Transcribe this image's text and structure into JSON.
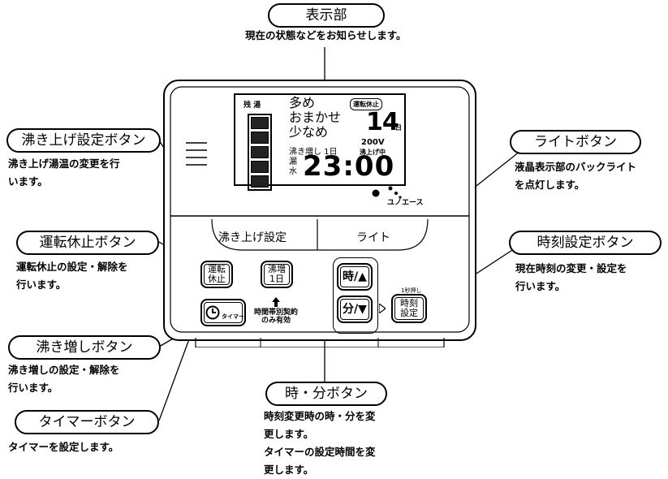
{
  "callouts": {
    "display": {
      "label": "表示部",
      "desc": [
        "現在の状態などをお知らせします。"
      ]
    },
    "boil_setting": {
      "label": "沸き上げ設定ボタン",
      "desc": [
        "沸き上げ湯温の変更を行",
        "います。"
      ]
    },
    "light": {
      "label": "ライトボタン",
      "desc": [
        "液晶表示部のバックライト",
        "を点灯します。"
      ]
    },
    "stop": {
      "label": "運転休止ボタン",
      "desc": [
        "運転休止の設定・解除を",
        "行います。"
      ]
    },
    "clock_setting": {
      "label": "時刻設定ボタン",
      "desc": [
        "現在時刻の変更・設定を",
        "行います。"
      ]
    },
    "reheat": {
      "label": "沸き増しボタン",
      "desc": [
        "沸き増しの設定・解除を",
        "行います。"
      ]
    },
    "timer": {
      "label": "タイマーボタン",
      "desc": [
        "タイマーを設定します。"
      ]
    },
    "hour_minute": {
      "label": "時・分ボタン",
      "desc": [
        "時刻変更時の時・分を変",
        "更します。",
        "タイマーの設定時間を変",
        "更します。"
      ]
    }
  },
  "lcd": {
    "remaining_label": "残 湯",
    "level_bars": 5,
    "mode_lines": [
      "多め",
      "おまかせ",
      "少なめ"
    ],
    "stop_badge": "運転休止",
    "day_number": "14",
    "day_unit": "日",
    "voltage": "200V",
    "boil_status": "沸上げ中",
    "reheat_status": "沸き増し 1日",
    "leak_label": "漏",
    "water_label": "水",
    "time": "23:00"
  },
  "device": {
    "brand": "ユノエース",
    "boil_setting_label": "沸き上げ設定",
    "light_label": "ライト",
    "stop_button": [
      "運転",
      "休止"
    ],
    "reheat_button": [
      "沸増",
      "1日"
    ],
    "timer_button": "タイマー",
    "hour_button": "時/▲",
    "minute_button": "分/▼",
    "long_press": "1秒押し",
    "clock_button": [
      "時刻",
      "設定"
    ],
    "tariff_note": [
      "時間帯別契約",
      "のみ有効"
    ]
  }
}
